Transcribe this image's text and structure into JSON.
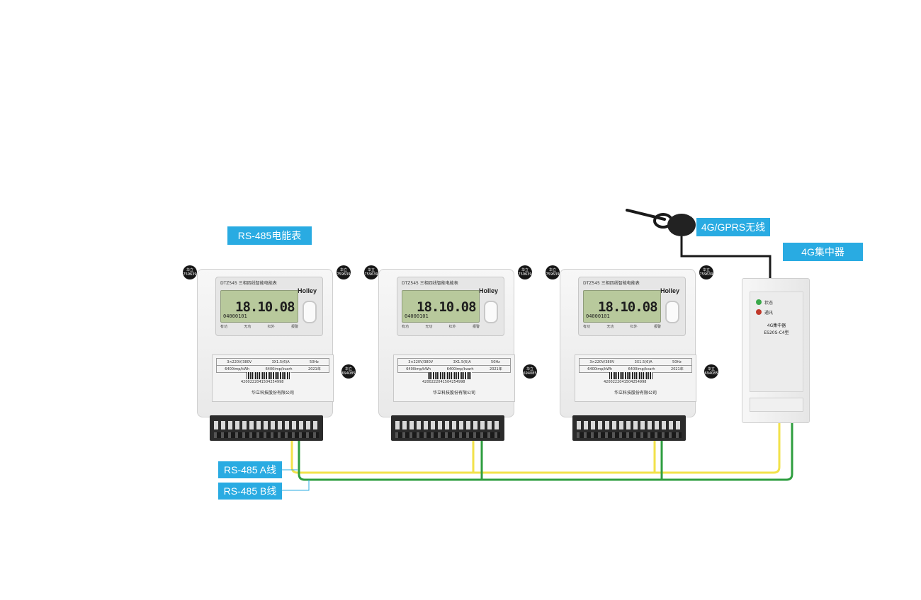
{
  "labels": {
    "meter_title": "RS-485电能表",
    "wireless": "4G/GPRS无线",
    "concentrator": "4G集中器",
    "line_a": "RS-485 A线",
    "line_b": "RS-485 B线"
  },
  "meter": {
    "model": "DTZ545 三相四线智能电能表",
    "brand": "Holley",
    "reading": "18.10.08",
    "code": "04000101",
    "led1": "有功",
    "led2": "无功",
    "led3": "红外",
    "led4": "报警",
    "rated1": "3×220V/380V",
    "rated2": "3X1.5(6)A",
    "rated3": "50Hz",
    "const1": "6400imp/kWh",
    "const2": "6400imp/kvarh",
    "year": "2021年",
    "serial": "4200222041504254998",
    "company": "华立科技股份有限公司",
    "seal_top": "华立 759639",
    "seal_side": "华立 694085"
  },
  "concentrator": {
    "status": "状态",
    "comm": "通讯",
    "name": "4G集中器",
    "model": "ES20S-C4型"
  },
  "colors": {
    "accent": "#29abe2",
    "wire_a": "#f2e24a",
    "wire_b": "#2e9e3f",
    "antenna_cable": "#1a1a1a"
  }
}
